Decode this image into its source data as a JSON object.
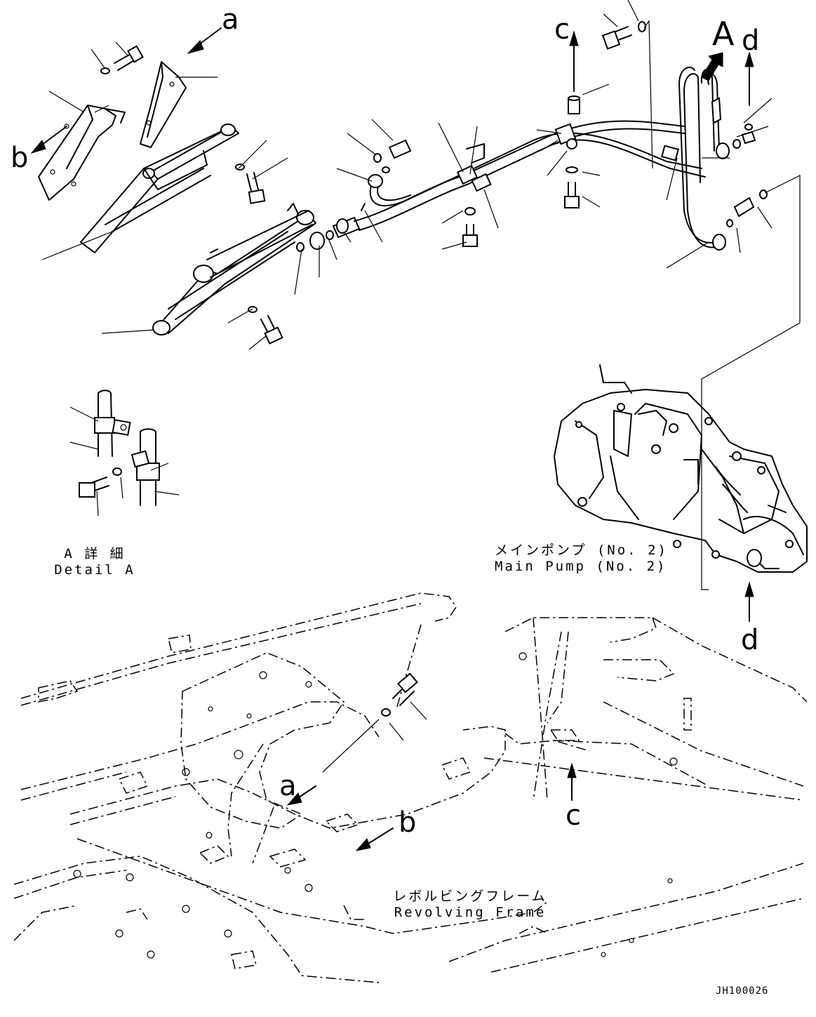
{
  "callout_letters": {
    "a_top": "a",
    "b_top": "b",
    "c_top": "c",
    "A_top": "A",
    "d_top": "d",
    "d_pump": "d",
    "a_frame": "a",
    "b_frame": "b",
    "c_frame": "c"
  },
  "detail_a": {
    "title_jp": "A 詳 細",
    "title_en": "Detail A"
  },
  "main_pump": {
    "label_jp": "メインポンプ (No. 2)",
    "label_en": "Main Pump (No. 2)"
  },
  "revolving_frame": {
    "label_jp": "レボルビングフレーム",
    "label_en": "Revolving Frame"
  },
  "drawing_code": "JH100026"
}
